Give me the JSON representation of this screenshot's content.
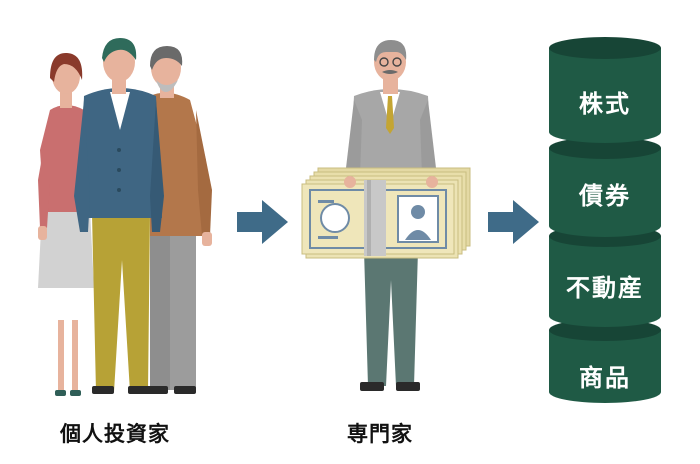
{
  "labels": {
    "investors": "個人投資家",
    "expert": "専門家"
  },
  "assets": [
    "株式",
    "債券",
    "不動産",
    "商品"
  ],
  "colors": {
    "cylinder_side": "#1f5a45",
    "cylinder_top": "#174536",
    "arrow": "#3f6b88",
    "banknote": "#ece3b4",
    "banknote_accent": "#6f8ba6",
    "suit_expert": "#a7a7a7",
    "trousers_expert": "#5b7772"
  },
  "icons": [
    "investor-group-figure",
    "expert-figure",
    "banknote-stack-icon",
    "arrow-right-icon",
    "cylinder-stack-icon"
  ]
}
